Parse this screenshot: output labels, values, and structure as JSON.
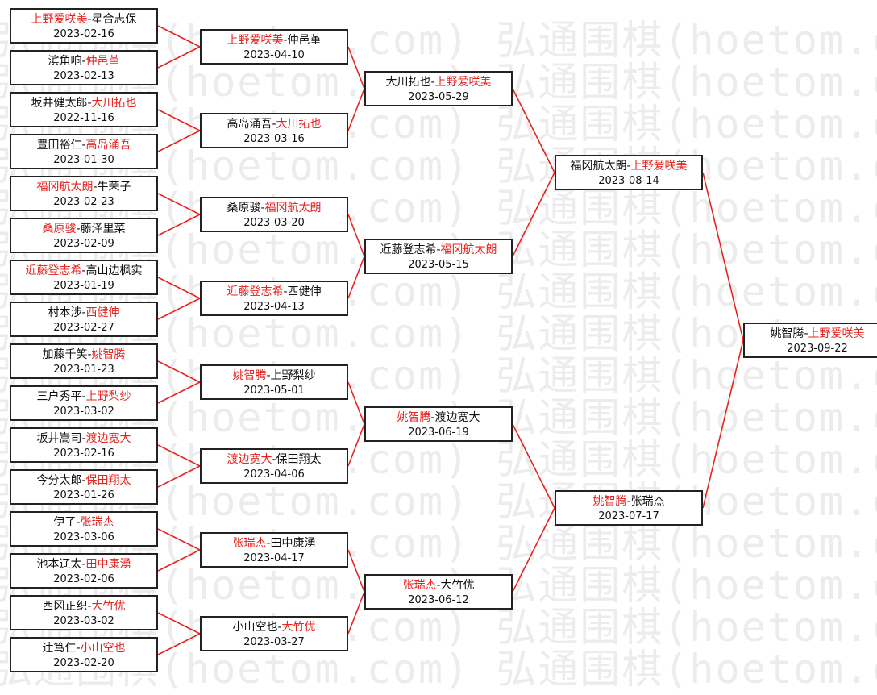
{
  "watermark": "弘通围棋(hoetom.com) 弘通围棋(hoetom.com) 弘通围棋(hoetom.com)",
  "colors": {
    "winner": "#e8231f",
    "text": "#111111",
    "connector": "#e8231f",
    "border": "#222222"
  },
  "rounds": [
    [
      {
        "p1": "上野爱咲美",
        "p2": "星合志保",
        "winner": 1,
        "date": "2023-02-16"
      },
      {
        "p1": "滨角响",
        "p2": "仲邑堇",
        "winner": 2,
        "date": "2023-02-13"
      },
      {
        "p1": "坂井健太郎",
        "p2": "大川拓也",
        "winner": 2,
        "date": "2022-11-16"
      },
      {
        "p1": "豊田裕仁",
        "p2": "高岛涌吾",
        "winner": 2,
        "date": "2023-01-30"
      },
      {
        "p1": "福冈航太朗",
        "p2": "牛荣子",
        "winner": 1,
        "date": "2023-02-23"
      },
      {
        "p1": "桑原骏",
        "p2": "藤泽里菜",
        "winner": 1,
        "date": "2023-02-09"
      },
      {
        "p1": "近藤登志希",
        "p2": "高山边枫实",
        "winner": 1,
        "date": "2023-01-19"
      },
      {
        "p1": "村本涉",
        "p2": "西健伸",
        "winner": 2,
        "date": "2023-02-27"
      },
      {
        "p1": "加藤千笑",
        "p2": "姚智腾",
        "winner": 2,
        "date": "2023-01-23"
      },
      {
        "p1": "三户秀平",
        "p2": "上野梨纱",
        "winner": 2,
        "date": "2023-03-02"
      },
      {
        "p1": "坂井嵩司",
        "p2": "渡边宽大",
        "winner": 2,
        "date": "2023-02-16"
      },
      {
        "p1": "今分太郎",
        "p2": "保田翔太",
        "winner": 2,
        "date": "2023-01-26"
      },
      {
        "p1": "伊了",
        "p2": "张瑞杰",
        "winner": 2,
        "date": "2023-03-06"
      },
      {
        "p1": "池本辽太",
        "p2": "田中康湧",
        "winner": 2,
        "date": "2023-02-06"
      },
      {
        "p1": "西冈正织",
        "p2": "大竹优",
        "winner": 2,
        "date": "2023-03-02"
      },
      {
        "p1": "辻笃仁",
        "p2": "小山空也",
        "winner": 2,
        "date": "2023-02-20"
      }
    ],
    [
      {
        "p1": "上野爱咲美",
        "p2": "仲邑堇",
        "winner": 1,
        "date": "2023-04-10"
      },
      {
        "p1": "高岛涌吾",
        "p2": "大川拓也",
        "winner": 2,
        "date": "2023-03-16"
      },
      {
        "p1": "桑原骏",
        "p2": "福冈航太朗",
        "winner": 2,
        "date": "2023-03-20"
      },
      {
        "p1": "近藤登志希",
        "p2": "西健伸",
        "winner": 1,
        "date": "2023-04-13"
      },
      {
        "p1": "姚智腾",
        "p2": "上野梨纱",
        "winner": 1,
        "date": "2023-05-01"
      },
      {
        "p1": "渡边宽大",
        "p2": "保田翔太",
        "winner": 1,
        "date": "2023-04-06"
      },
      {
        "p1": "张瑞杰",
        "p2": "田中康湧",
        "winner": 1,
        "date": "2023-04-17"
      },
      {
        "p1": "小山空也",
        "p2": "大竹优",
        "winner": 2,
        "date": "2023-03-27"
      }
    ],
    [
      {
        "p1": "大川拓也",
        "p2": "上野爱咲美",
        "winner": 2,
        "date": "2023-05-29"
      },
      {
        "p1": "近藤登志希",
        "p2": "福冈航太朗",
        "winner": 2,
        "date": "2023-05-15"
      },
      {
        "p1": "姚智腾",
        "p2": "渡边宽大",
        "winner": 1,
        "date": "2023-06-19"
      },
      {
        "p1": "张瑞杰",
        "p2": "大竹优",
        "winner": 1,
        "date": "2023-06-12"
      }
    ],
    [
      {
        "p1": "福冈航太朗",
        "p2": "上野爱咲美",
        "winner": 2,
        "date": "2023-08-14"
      },
      {
        "p1": "姚智腾",
        "p2": "张瑞杰",
        "winner": 1,
        "date": "2023-07-17"
      }
    ],
    [
      {
        "p1": "姚智腾",
        "p2": "上野爱咲美",
        "winner": 2,
        "date": "2023-09-22"
      }
    ]
  ]
}
